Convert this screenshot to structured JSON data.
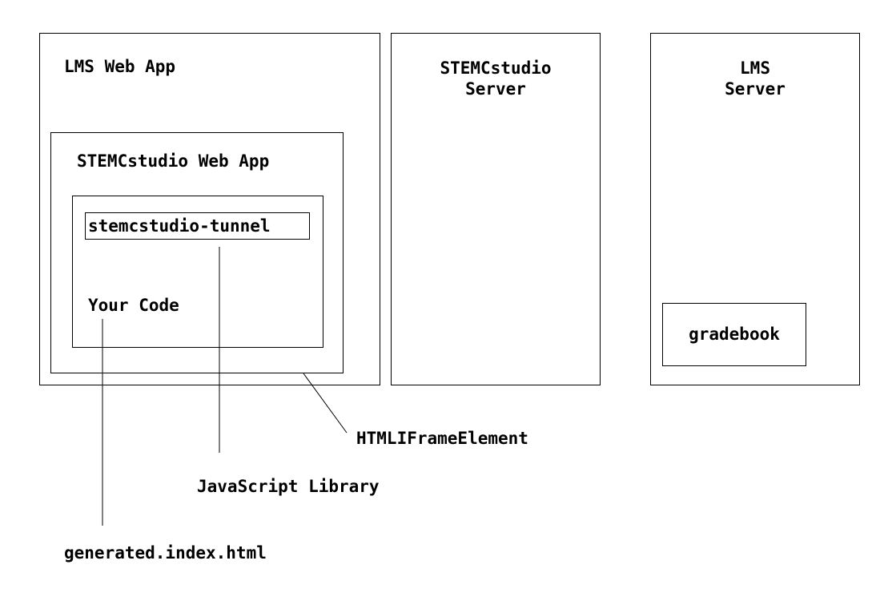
{
  "lms_web_app": {
    "title": "LMS Web App",
    "stemcstudio_web_app": {
      "title": "STEMCstudio Web App",
      "iframe": {
        "tunnel_label": "stemcstudio-tunnel",
        "your_code_label": "Your Code"
      }
    }
  },
  "stemcstudio_server": {
    "title": "STEMCstudio\nServer"
  },
  "lms_server": {
    "title": "LMS\nServer",
    "gradebook_label": "gradebook"
  },
  "annotations": {
    "iframe_element": "HTMLIFrameElement",
    "javascript_library": "JavaScript Library",
    "generated_index": "generated.index.html"
  }
}
